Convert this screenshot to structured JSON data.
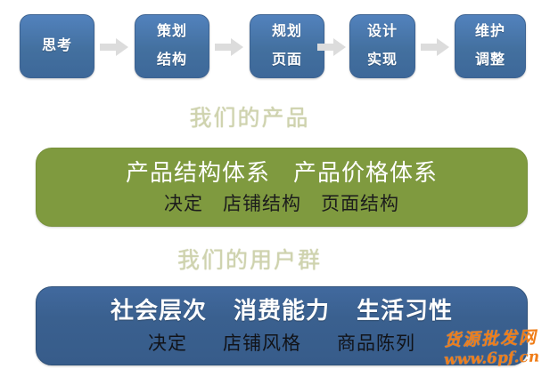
{
  "flow": {
    "steps": [
      {
        "id": "think",
        "lines": [
          "思考"
        ]
      },
      {
        "id": "plan",
        "lines": [
          "策划",
          "结构"
        ]
      },
      {
        "id": "layout",
        "lines": [
          "规划",
          "页面"
        ]
      },
      {
        "id": "design",
        "lines": [
          "设计",
          "实现"
        ]
      },
      {
        "id": "maintain",
        "lines": [
          "维护",
          "调整"
        ]
      }
    ],
    "arrow_icon": "arrow-right-icon",
    "arrow_count": 4
  },
  "sections": [
    {
      "id": "products",
      "heading": "我们的产品",
      "primary": [
        "产品结构体系",
        "产品价格体系"
      ],
      "secondary": [
        "决定",
        "店铺结构",
        "页面结构"
      ],
      "bar_color": "#7f9a3f",
      "heading_color": "#cfd3ae"
    },
    {
      "id": "users",
      "heading": "我们的用户群",
      "primary": [
        "社会层次",
        "消费能力",
        "生活习性"
      ],
      "secondary": [
        "决定",
        "店铺风格",
        "商品陈列"
      ],
      "bar_color": "#3a608f",
      "heading_color": "#cfd3ae"
    }
  ],
  "watermark": {
    "name": "货源批发网",
    "url": "www.6pf.cn",
    "color": "#ef7d18"
  }
}
